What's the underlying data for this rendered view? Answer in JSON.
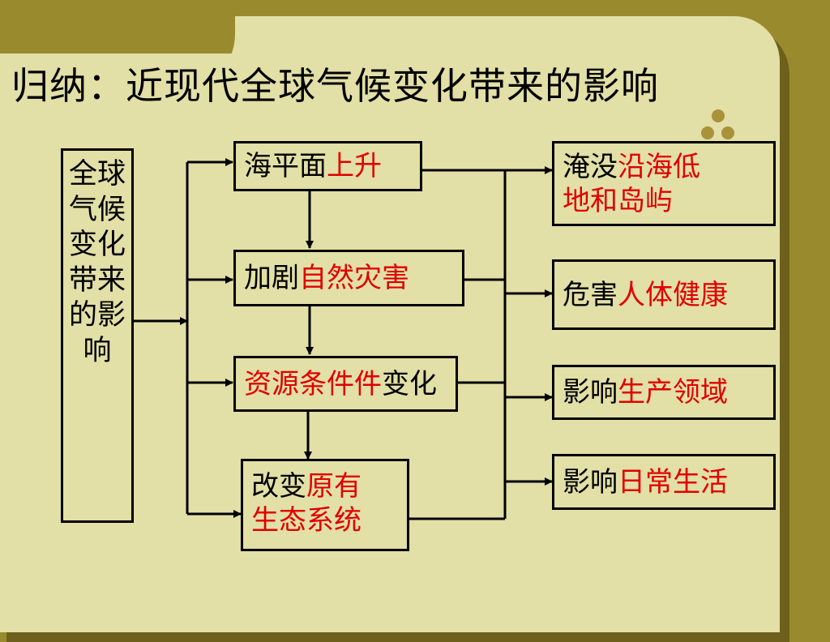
{
  "title": "归纳：近现代全球气候变化带来的影响",
  "colors": {
    "background": "#9a8a2e",
    "panel": "#e2dfa7",
    "highlight": "#e00000",
    "text": "#000000"
  },
  "source": {
    "label": "全球气候变化带来的影响"
  },
  "middle": [
    {
      "plain": "海平面",
      "highlight": "上升",
      "after": ""
    },
    {
      "plain": "加剧",
      "highlight": "自然灾害",
      "after": ""
    },
    {
      "plain": "",
      "highlight": "资源条件件",
      "after": "变化"
    },
    {
      "plain": "改变",
      "highlight": "原有\n生态系统",
      "after": ""
    }
  ],
  "effects": [
    {
      "plain": "淹没",
      "highlight": "沿海低\n地和岛屿"
    },
    {
      "plain": "危害",
      "highlight": "人体健康"
    },
    {
      "plain": "影响",
      "highlight": "生产领域"
    },
    {
      "plain": "影响",
      "highlight": "日常生活"
    }
  ]
}
